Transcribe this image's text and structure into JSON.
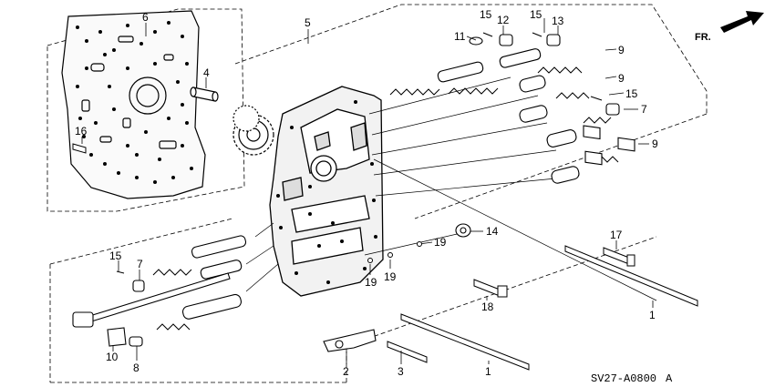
{
  "diagram": {
    "code": "SV27-A0800",
    "code_suffix": "A",
    "direction_label": "FR.",
    "callouts": {
      "c1a": "1",
      "c1b": "1",
      "c2": "2",
      "c3": "3",
      "c4": "4",
      "c5": "5",
      "c6": "6",
      "c7a": "7",
      "c7b": "7",
      "c8": "8",
      "c9a": "9",
      "c9b": "9",
      "c9c": "9",
      "c10": "10",
      "c11": "11",
      "c12": "12",
      "c13": "13",
      "c14": "14",
      "c15a": "15",
      "c15b": "15",
      "c15c": "15",
      "c15d": "15",
      "c16": "16",
      "c17": "17",
      "c18": "18",
      "c19a": "19",
      "c19b": "19",
      "c19c": "19"
    }
  }
}
